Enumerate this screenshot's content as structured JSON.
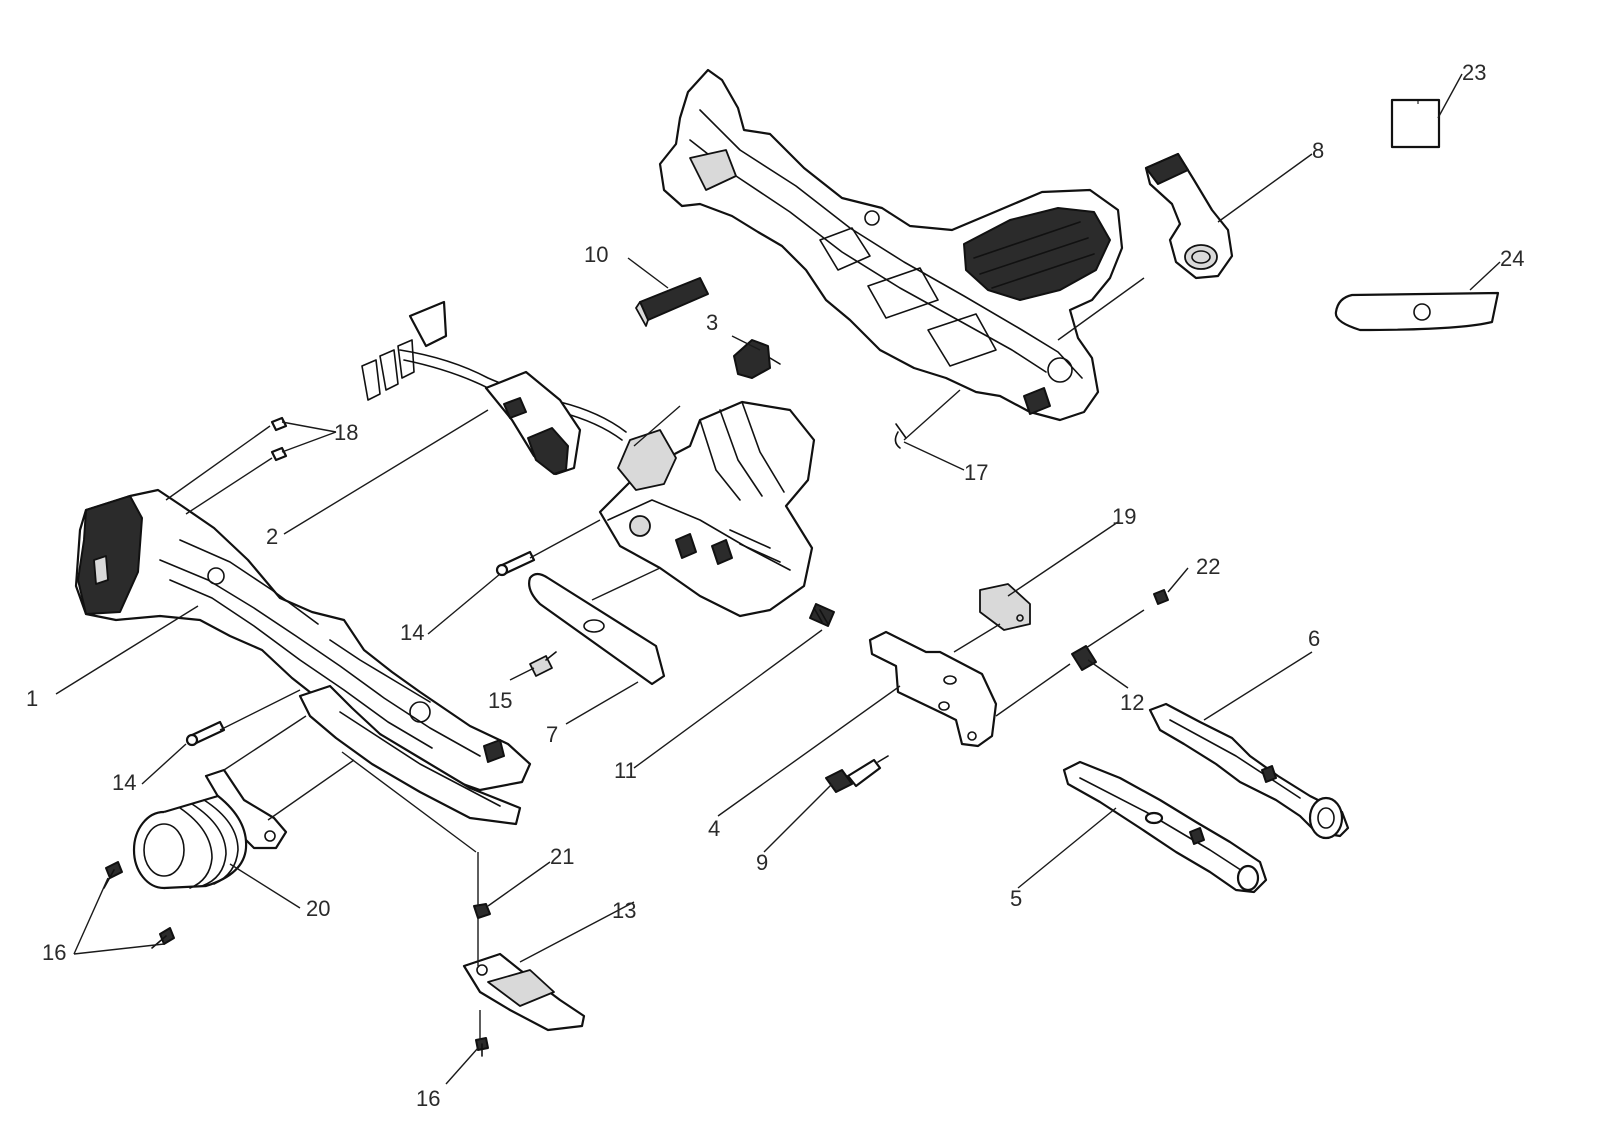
{
  "diagram": {
    "background": "#ffffff",
    "line_color": "#111111",
    "callouts": [
      "1",
      "2",
      "3",
      "4",
      "5",
      "6",
      "7",
      "8",
      "9",
      "10",
      "11",
      "12",
      "13",
      "14",
      "14",
      "15",
      "16",
      "16",
      "17",
      "18",
      "19",
      "20",
      "21",
      "22",
      "23",
      "24"
    ]
  }
}
